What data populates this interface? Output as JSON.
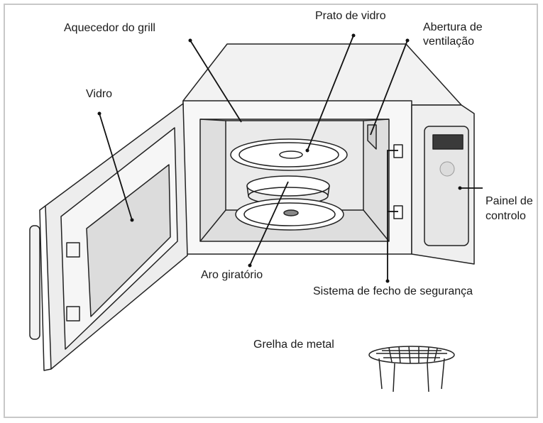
{
  "labels": {
    "grill_heater": "Aquecedor do grill",
    "glass_plate": "Prato de vidro",
    "vent_line1": "Abertura de",
    "vent_line2": "ventilação",
    "glass": "Vidro",
    "control_line1": "Painel de",
    "control_line2": "controlo",
    "ring": "Aro giratório",
    "safety_lock": "Sistema de fecho de segurança",
    "metal_rack": "Grelha de metal"
  }
}
